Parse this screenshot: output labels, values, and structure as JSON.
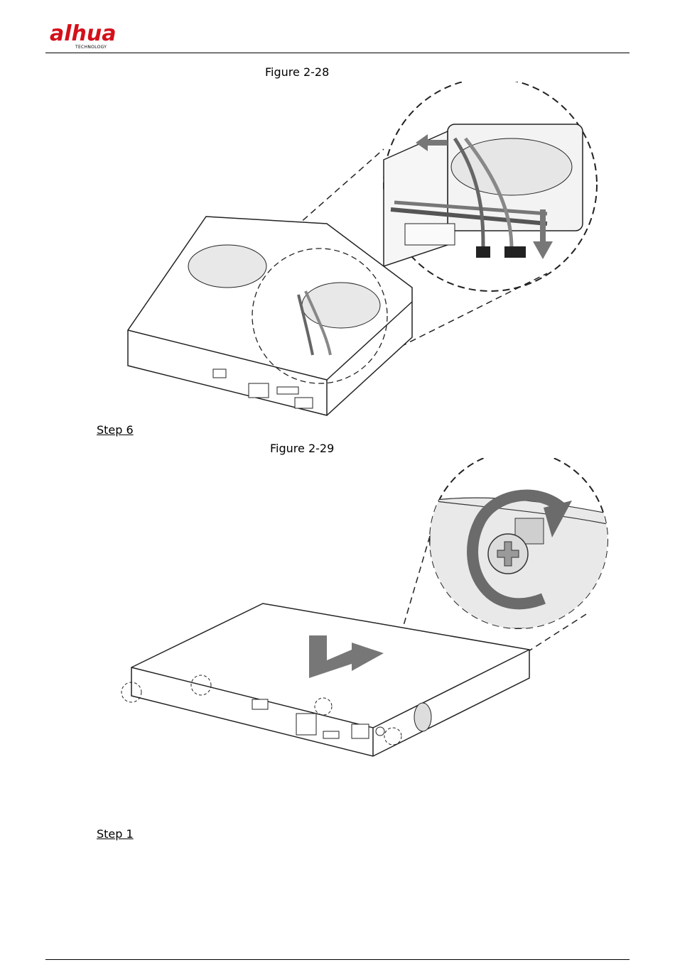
{
  "header": {
    "brand": "alhua",
    "brand_sub": "TECHNOLOGY",
    "brand_color": "#d4101a"
  },
  "figures": [
    {
      "caption": "Figure 2-28"
    },
    {
      "caption": "Figure 2-29"
    }
  ],
  "steps": [
    {
      "label": "Step 6"
    },
    {
      "label": "Step 1"
    }
  ],
  "icons": {
    "fig28_arrow": "arrow-down-icon",
    "fig29_rotate": "rotate-clockwise-icon"
  }
}
